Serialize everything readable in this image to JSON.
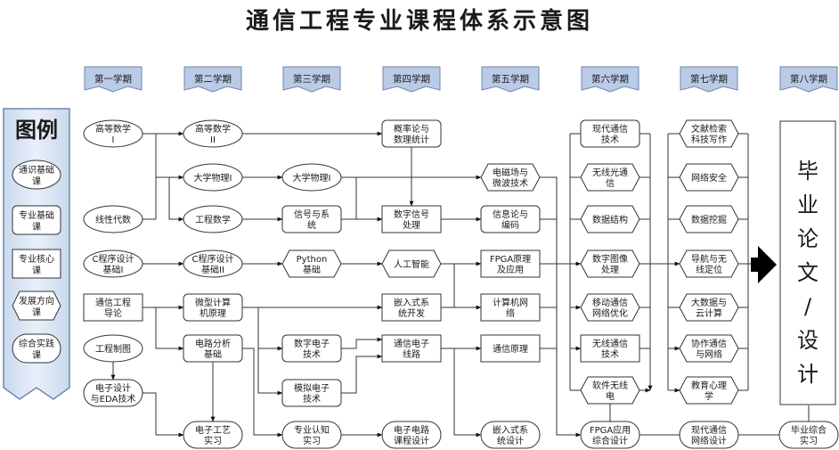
{
  "title": "通信工程专业课程体系示意图",
  "semesters": [
    "第一学期",
    "第二学期",
    "第三学期",
    "第四学期",
    "第五学期",
    "第六学期",
    "第七学期",
    "第八学期"
  ],
  "legend": {
    "title": "图例",
    "items": [
      {
        "text": "通识基础课",
        "shape": "ellipse"
      },
      {
        "text": "专业基础课",
        "shape": "rounded"
      },
      {
        "text": "专业核心课",
        "shape": "rect"
      },
      {
        "text": "发展方向课",
        "shape": "octagon"
      },
      {
        "text": "综合实践课",
        "shape": "pill"
      }
    ]
  },
  "arrow_color": "#000000",
  "courses": [
    {
      "id": "gdsx1",
      "lines": [
        "高等数学",
        "I"
      ],
      "shape": "ellipse"
    },
    {
      "id": "xxds",
      "lines": [
        "线性代数"
      ],
      "shape": "ellipse"
    },
    {
      "id": "cprog1",
      "lines": [
        "C程序设计",
        "基础I"
      ],
      "shape": "ellipse"
    },
    {
      "id": "txdl",
      "lines": [
        "通信工程",
        "导论"
      ],
      "shape": "rect"
    },
    {
      "id": "gczt",
      "lines": [
        "工程制图"
      ],
      "shape": "ellipse"
    },
    {
      "id": "dzsj",
      "lines": [
        "电子设计",
        "与EDA技术"
      ],
      "shape": "pill"
    },
    {
      "id": "gdsx2",
      "lines": [
        "高等数学",
        "II"
      ],
      "shape": "ellipse"
    },
    {
      "id": "dxwl1",
      "lines": [
        "大学物理I"
      ],
      "shape": "ellipse"
    },
    {
      "id": "gcsx",
      "lines": [
        "工程数学"
      ],
      "shape": "ellipse"
    },
    {
      "id": "cprog2",
      "lines": [
        "C程序设计",
        "基础II"
      ],
      "shape": "ellipse"
    },
    {
      "id": "wxjs",
      "lines": [
        "微型计算",
        "机原理"
      ],
      "shape": "rounded"
    },
    {
      "id": "dlfx",
      "lines": [
        "电路分析",
        "基础"
      ],
      "shape": "rounded"
    },
    {
      "id": "dzgy",
      "lines": [
        "电子工艺",
        "实习"
      ],
      "shape": "pill"
    },
    {
      "id": "dxwl2",
      "lines": [
        "大学物理I"
      ],
      "shape": "ellipse"
    },
    {
      "id": "xhxt",
      "lines": [
        "信号与系",
        "统"
      ],
      "shape": "rounded"
    },
    {
      "id": "python",
      "lines": [
        "Python",
        "基础"
      ],
      "shape": "octagon"
    },
    {
      "id": "szdz",
      "lines": [
        "数字电子",
        "技术"
      ],
      "shape": "rounded"
    },
    {
      "id": "mndz",
      "lines": [
        "模拟电子",
        "技术"
      ],
      "shape": "rounded"
    },
    {
      "id": "zyrz",
      "lines": [
        "专业认知",
        "实习"
      ],
      "shape": "pill"
    },
    {
      "id": "gll",
      "lines": [
        "概率论与",
        "数理统计"
      ],
      "shape": "rounded"
    },
    {
      "id": "szxh",
      "lines": [
        "数字信号",
        "处理"
      ],
      "shape": "rect"
    },
    {
      "id": "rgzn",
      "lines": [
        "人工智能"
      ],
      "shape": "octagon"
    },
    {
      "id": "qrsxt",
      "lines": [
        "嵌入式系",
        "统开发"
      ],
      "shape": "rect"
    },
    {
      "id": "txdz",
      "lines": [
        "通信电子",
        "线路"
      ],
      "shape": "rect"
    },
    {
      "id": "dzdl",
      "lines": [
        "电子电路",
        "课程设计"
      ],
      "shape": "pill"
    },
    {
      "id": "dcc",
      "lines": [
        "电磁场与",
        "微波技术"
      ],
      "shape": "octagon"
    },
    {
      "id": "xxl",
      "lines": [
        "信息论与",
        "编码"
      ],
      "shape": "rounded"
    },
    {
      "id": "fpga",
      "lines": [
        "FPGA原理",
        "及应用"
      ],
      "shape": "rect"
    },
    {
      "id": "jsjw",
      "lines": [
        "计算机网",
        "络"
      ],
      "shape": "rect"
    },
    {
      "id": "txyl",
      "lines": [
        "通信原理"
      ],
      "shape": "rect"
    },
    {
      "id": "qrssj",
      "lines": [
        "嵌入式系",
        "统设计"
      ],
      "shape": "pill"
    },
    {
      "id": "xdtx",
      "lines": [
        "现代通信",
        "技术"
      ],
      "shape": "rounded"
    },
    {
      "id": "wxgtx",
      "lines": [
        "无线光通",
        "信"
      ],
      "shape": "octagon"
    },
    {
      "id": "sjjg",
      "lines": [
        "数据结构"
      ],
      "shape": "octagon"
    },
    {
      "id": "sztx",
      "lines": [
        "数字图像",
        "处理"
      ],
      "shape": "octagon"
    },
    {
      "id": "ydtx",
      "lines": [
        "移动通信",
        "网络优化"
      ],
      "shape": "octagon"
    },
    {
      "id": "wxtx",
      "lines": [
        "无线通信",
        "技术"
      ],
      "shape": "rect"
    },
    {
      "id": "rjwx",
      "lines": [
        "软件无线",
        "电"
      ],
      "shape": "octagon"
    },
    {
      "id": "fpgazh",
      "lines": [
        "FPGA应用",
        "综合设计"
      ],
      "shape": "pill"
    },
    {
      "id": "wxjss",
      "lines": [
        "文献检索",
        "科技写作"
      ],
      "shape": "octagon"
    },
    {
      "id": "wlaq",
      "lines": [
        "网络安全"
      ],
      "shape": "octagon"
    },
    {
      "id": "sjwj",
      "lines": [
        "数据挖掘"
      ],
      "shape": "octagon"
    },
    {
      "id": "dhdw",
      "lines": [
        "导航与无",
        "线定位"
      ],
      "shape": "octagon"
    },
    {
      "id": "dsj",
      "lines": [
        "大数据与",
        "云计算"
      ],
      "shape": "octagon"
    },
    {
      "id": "xztx",
      "lines": [
        "协作通信",
        "与网络"
      ],
      "shape": "octagon"
    },
    {
      "id": "jyxl",
      "lines": [
        "教育心理",
        "学"
      ],
      "shape": "octagon"
    },
    {
      "id": "xdtxsj",
      "lines": [
        "现代通信",
        "网络设计"
      ],
      "shape": "pill"
    },
    {
      "id": "byzh",
      "lines": [
        "毕业综合",
        "实习"
      ],
      "shape": "pill"
    }
  ],
  "thesis": {
    "lines": [
      "毕",
      "业",
      "论",
      "文",
      "/",
      "设",
      "计"
    ]
  }
}
